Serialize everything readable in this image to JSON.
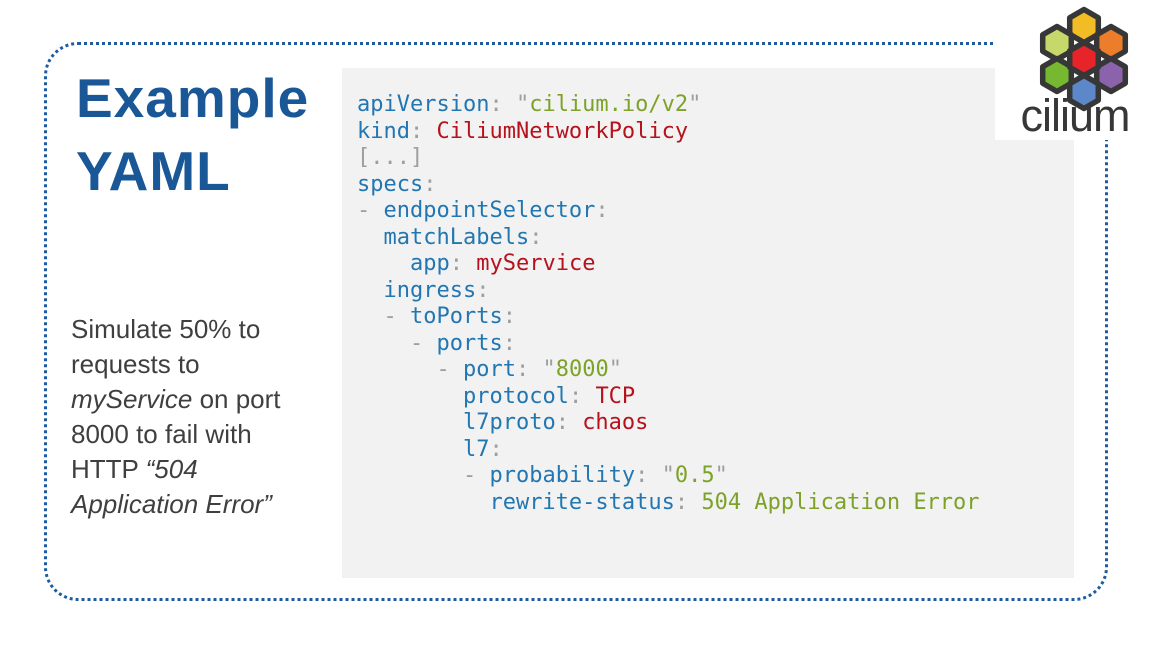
{
  "title": {
    "line1": "Example",
    "line2": "YAML"
  },
  "description": {
    "lines": [
      {
        "runs": [
          {
            "text": "Simulate 50% to",
            "italic": false
          }
        ]
      },
      {
        "runs": [
          {
            "text": "requests to",
            "italic": false
          }
        ]
      },
      {
        "runs": [
          {
            "text": "myService",
            "italic": true
          },
          {
            "text": " on port",
            "italic": false
          }
        ]
      },
      {
        "runs": [
          {
            "text": "8000 to fail with",
            "italic": false
          }
        ]
      },
      {
        "runs": [
          {
            "text": "HTTP ",
            "italic": false
          },
          {
            "text": "“504",
            "italic": true
          }
        ]
      },
      {
        "runs": [
          {
            "text": "Application Error”",
            "italic": true
          }
        ]
      }
    ]
  },
  "code": {
    "lines": [
      {
        "tokens": [
          {
            "c": "key",
            "t": "apiVersion"
          },
          {
            "c": "pun",
            "t": ": \""
          },
          {
            "c": "str",
            "t": "cilium.io/v2"
          },
          {
            "c": "pun",
            "t": "\""
          }
        ]
      },
      {
        "tokens": [
          {
            "c": "key",
            "t": "kind"
          },
          {
            "c": "pun",
            "t": ": "
          },
          {
            "c": "val",
            "t": "CiliumNetworkPolicy"
          }
        ]
      },
      {
        "tokens": [
          {
            "c": "pun",
            "t": "[...]"
          }
        ]
      },
      {
        "tokens": [
          {
            "c": "key",
            "t": "specs"
          },
          {
            "c": "pun",
            "t": ":"
          }
        ]
      },
      {
        "tokens": [
          {
            "c": "pun",
            "t": "- "
          },
          {
            "c": "key",
            "t": "endpointSelector"
          },
          {
            "c": "pun",
            "t": ":"
          }
        ]
      },
      {
        "tokens": [
          {
            "c": "txt",
            "t": "  "
          },
          {
            "c": "key",
            "t": "matchLabels"
          },
          {
            "c": "pun",
            "t": ":"
          }
        ]
      },
      {
        "tokens": [
          {
            "c": "txt",
            "t": "    "
          },
          {
            "c": "key",
            "t": "app"
          },
          {
            "c": "pun",
            "t": ": "
          },
          {
            "c": "val",
            "t": "myService"
          }
        ]
      },
      {
        "tokens": [
          {
            "c": "txt",
            "t": "  "
          },
          {
            "c": "key",
            "t": "ingress"
          },
          {
            "c": "pun",
            "t": ":"
          }
        ]
      },
      {
        "tokens": [
          {
            "c": "txt",
            "t": "  "
          },
          {
            "c": "pun",
            "t": "- "
          },
          {
            "c": "key",
            "t": "toPorts"
          },
          {
            "c": "pun",
            "t": ":"
          }
        ]
      },
      {
        "tokens": [
          {
            "c": "txt",
            "t": "    "
          },
          {
            "c": "pun",
            "t": "- "
          },
          {
            "c": "key",
            "t": "ports"
          },
          {
            "c": "pun",
            "t": ":"
          }
        ]
      },
      {
        "tokens": [
          {
            "c": "txt",
            "t": "      "
          },
          {
            "c": "pun",
            "t": "- "
          },
          {
            "c": "key",
            "t": "port"
          },
          {
            "c": "pun",
            "t": ": \""
          },
          {
            "c": "str",
            "t": "8000"
          },
          {
            "c": "pun",
            "t": "\""
          }
        ]
      },
      {
        "tokens": [
          {
            "c": "txt",
            "t": "        "
          },
          {
            "c": "key",
            "t": "protocol"
          },
          {
            "c": "pun",
            "t": ": "
          },
          {
            "c": "val",
            "t": "TCP"
          }
        ]
      },
      {
        "tokens": [
          {
            "c": "txt",
            "t": "        "
          },
          {
            "c": "key",
            "t": "l7proto"
          },
          {
            "c": "pun",
            "t": ": "
          },
          {
            "c": "val",
            "t": "chaos"
          }
        ]
      },
      {
        "tokens": [
          {
            "c": "txt",
            "t": "        "
          },
          {
            "c": "key",
            "t": "l7"
          },
          {
            "c": "pun",
            "t": ":"
          }
        ]
      },
      {
        "tokens": [
          {
            "c": "txt",
            "t": "        "
          },
          {
            "c": "pun",
            "t": "- "
          },
          {
            "c": "key",
            "t": "probability"
          },
          {
            "c": "pun",
            "t": ": \""
          },
          {
            "c": "str",
            "t": "0.5"
          },
          {
            "c": "pun",
            "t": "\""
          }
        ]
      },
      {
        "tokens": [
          {
            "c": "txt",
            "t": "          "
          },
          {
            "c": "key",
            "t": "rewrite-status"
          },
          {
            "c": "pun",
            "t": ": "
          },
          {
            "c": "str",
            "t": "504 Application Error"
          }
        ]
      }
    ]
  },
  "logo": {
    "wordmark": "cilium",
    "hexagons": [
      {
        "position": "top",
        "color": "#F2BD24"
      },
      {
        "position": "upper-left",
        "color": "#C6D86A"
      },
      {
        "position": "upper-right",
        "color": "#EC7D2B"
      },
      {
        "position": "center",
        "color": "#E8242B"
      },
      {
        "position": "lower-left",
        "color": "#76B82F"
      },
      {
        "position": "lower-right",
        "color": "#8A63AC"
      },
      {
        "position": "bottom",
        "color": "#5C87C9"
      }
    ],
    "hex_outline": "#373737"
  },
  "palette": {
    "code_key": "#2277B2",
    "code_punctuation": "#9D9E9E",
    "code_string": "#7DA228",
    "code_value": "#B5121D",
    "code_background": "#F2F2F2",
    "title_blue": "#1A5796",
    "border_blue": "#1E5C9F",
    "body_text": "#3F3F3F",
    "logo_text": "#373737"
  }
}
